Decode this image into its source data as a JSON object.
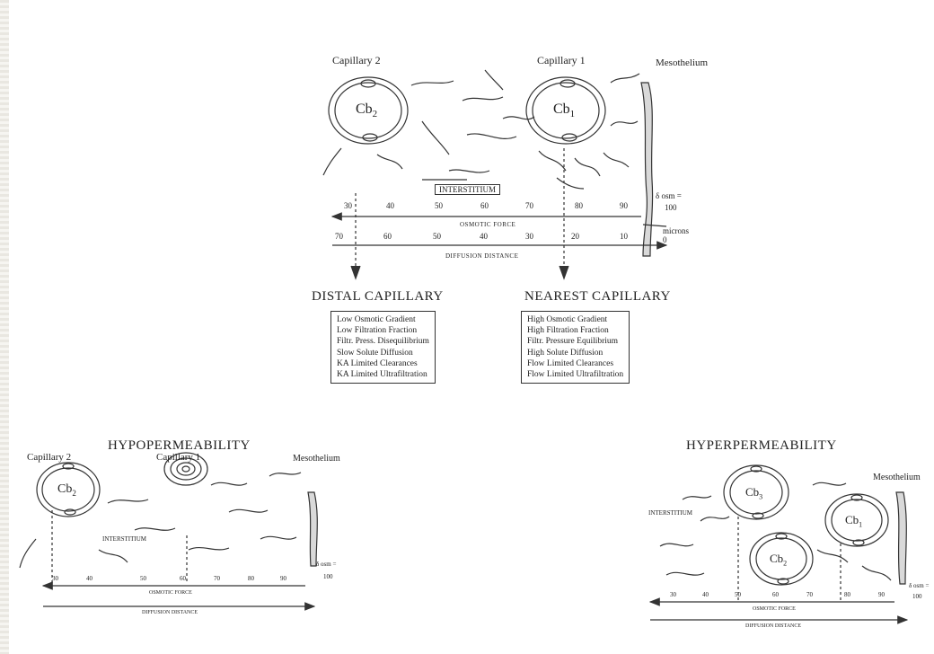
{
  "top": {
    "capillary2_label": "Capillary 2",
    "capillary1_label": "Capillary 1",
    "mesothelium_label": "Mesothelium",
    "cb2": "Cb",
    "cb2_sub": "2",
    "cb1": "Cb",
    "cb1_sub": "1",
    "interstitium": "INTERSTITIUM",
    "osm_label_1": "δ osm =",
    "osm_label_2": "100",
    "osmotic_ticks": [
      "30",
      "40",
      "50",
      "60",
      "70",
      "80",
      "90"
    ],
    "osmotic_force": "OSMOTIC FORCE",
    "microns": "microns",
    "diffusion_ticks": [
      "70",
      "60",
      "50",
      "40",
      "30",
      "20",
      "10",
      "0"
    ],
    "diffusion_distance": "DIFFUSION DISTANCE"
  },
  "distal": {
    "heading": "DISTAL CAPILLARY",
    "items": [
      "Low Osmotic Gradient",
      "Low Filtration Fraction",
      "Filtr. Press. Disequilibrium",
      "Slow Solute Diffusion",
      "KA Limited Clearances",
      "KA Limited Ultrafiltration"
    ]
  },
  "nearest": {
    "heading": "NEAREST CAPILLARY",
    "items": [
      "High Osmotic Gradient",
      "High Filtration Fraction",
      "Filtr. Pressure Equilibrium",
      "High Solute Diffusion",
      "Flow Limited Clearances",
      "Flow Limited Ultrafiltration"
    ]
  },
  "hypo": {
    "heading": "HYPOPERMEABILITY",
    "capillary2_label": "Capillary 2",
    "capillary1_label": "Capillary 1",
    "mesothelium_label": "Mesothelium",
    "cb2": "Cb",
    "cb2_sub": "2",
    "interstitium": "INTERSTITIUM",
    "osm_label_1": "δ osm =",
    "osm_label_2": "100",
    "osmotic_ticks": [
      "30",
      "40",
      "50",
      "60",
      "70",
      "80",
      "90"
    ],
    "osmotic_force": "OSMOTIC FORCE",
    "diffusion_distance": "DIFFUSION DISTANCE"
  },
  "hyper": {
    "heading": "HYPERPERMEABILITY",
    "mesothelium_label": "Mesothelium",
    "interstitium": "INTERSTITIUM",
    "cb3": "Cb",
    "cb3_sub": "3",
    "cb2": "Cb",
    "cb2_sub": "2",
    "cb1": "Cb",
    "cb1_sub": "1",
    "osm_label_1": "δ osm =",
    "osm_label_2": "100",
    "osmotic_ticks": [
      "30",
      "40",
      "50",
      "60",
      "70",
      "80",
      "90"
    ],
    "osmotic_force": "OSMOTIC FORCE",
    "diffusion_distance": "DIFFUSION DISTANCE"
  }
}
